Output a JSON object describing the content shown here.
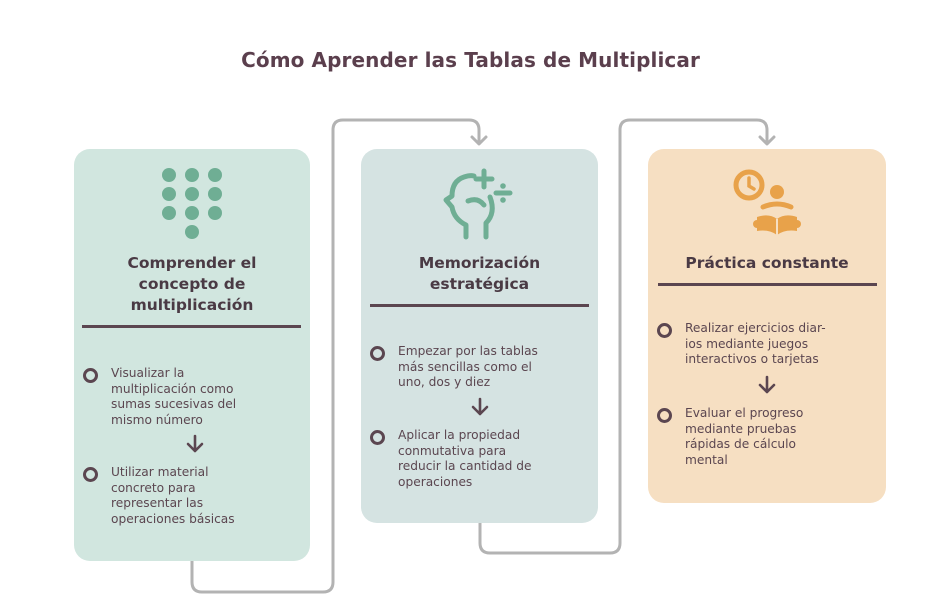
{
  "title": "Cómo Aprender las Tablas de Multiplicar",
  "colors": {
    "card_1": "#d1e6df",
    "card_2": "#d5e3e2",
    "card_3": "#f6dfc2",
    "icon_green": "#6fae94",
    "icon_orange": "#e8a24a",
    "text_dark": "#4a3a44",
    "divider": "#5b4650",
    "connector": "#b3b3b3"
  },
  "steps": [
    {
      "icon": "dots-grid-icon",
      "title": "Comprender el\nconcepto de\nmultiplicación",
      "items": [
        "Visualizar la\nmultiplicación como\nsumas sucesivas del\nmismo número",
        "Utilizar material\nconcreto para\nrepresentar las\noperaciones básicas"
      ]
    },
    {
      "icon": "head-math-icon",
      "title": "Memorización\nestratégica",
      "items": [
        "Empezar por las tablas\nmás sencillas como el\nuno, dos y diez",
        "Aplicar la propiedad\nconmutativa para\nreducir la cantidad de\noperaciones"
      ]
    },
    {
      "icon": "clock-reader-icon",
      "title": "Práctica constante",
      "items": [
        "Realizar ejercicios diar-\nios mediante juegos\ninteractivos o tarjetas",
        "Evaluar el progreso\nmediante pruebas\nrápidas de cálculo\nmental"
      ]
    }
  ]
}
